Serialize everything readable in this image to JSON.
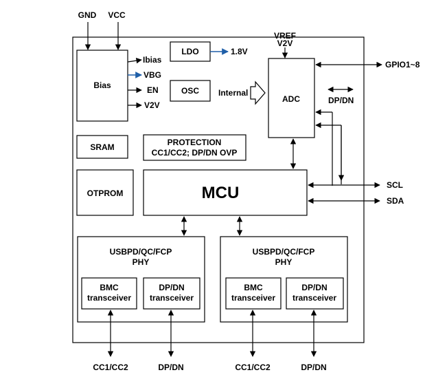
{
  "pins_top": {
    "gnd": "GND",
    "vcc": "VCC"
  },
  "bias": {
    "title": "Bias",
    "outputs": {
      "ibias": "Ibias",
      "vbg": "VBG",
      "en": "EN",
      "v2v": "V2V"
    }
  },
  "ldo": {
    "title": "LDO",
    "output": "1.8V"
  },
  "osc": {
    "title": "OSC",
    "internal_label": "Internal"
  },
  "adc": {
    "title": "ADC",
    "supply": "V2V",
    "supply_overlap": "VREF"
  },
  "sram": {
    "title": "SRAM"
  },
  "protection": {
    "line1": "PROTECTION",
    "line2": "CC1/CC2; DP/DN OVP"
  },
  "otprom": {
    "title": "OTPROM"
  },
  "mcu": {
    "title": "MCU"
  },
  "phy_left": {
    "line1": "USBPD/QC/FCP",
    "line2": "PHY",
    "bmc": {
      "line1": "BMC",
      "line2": "transceiver"
    },
    "dpdn": {
      "line1": "DP/DN",
      "line2": "transceiver"
    }
  },
  "phy_right": {
    "line1": "USBPD/QC/FCP",
    "line2": "PHY",
    "bmc": {
      "line1": "BMC",
      "line2": "transceiver"
    },
    "dpdn": {
      "line1": "DP/DN",
      "line2": "transceiver"
    }
  },
  "pins_right": {
    "gpio": "GPIO1~8",
    "dpdn": "DP/DN",
    "scl": "SCL",
    "sda": "SDA"
  },
  "pins_bottom": {
    "cc_left": "CC1/CC2",
    "dpdn_left": "DP/DN",
    "cc_right": "CC1/CC2",
    "dpdn_right": "DP/DN"
  },
  "colors": {
    "lines": "#000000",
    "bias_outputs": "#1f5fa8",
    "background": "#ffffff"
  }
}
